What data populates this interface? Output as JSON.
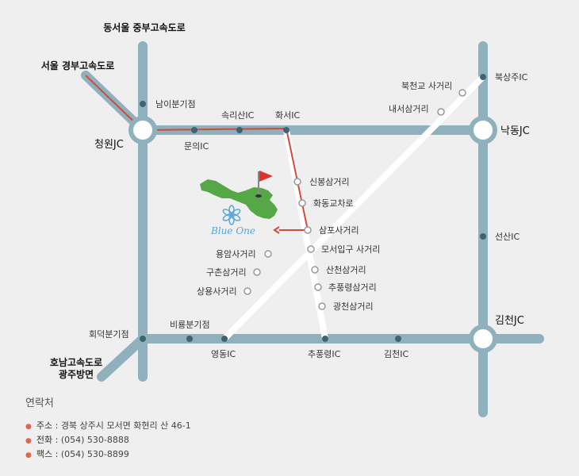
{
  "highways": {
    "north": "동서울 중부고속도로",
    "northwest": "서울 경부고속도로",
    "southwest_line1": "호남고속도로",
    "southwest_line2": "광주방면"
  },
  "junctions": {
    "cheongwon": "청원JC",
    "nakdong": "낙동JC",
    "gimcheon": "김천JC"
  },
  "places": {
    "namiyun": "남이분기점",
    "munui": "문의IC",
    "songnisan": "속리산IC",
    "hwaseo": "화서IC",
    "bukcheongyo": "북천교 사거리",
    "naeseo": "내서삼거리",
    "buksangju": "북상주IC",
    "sinbong": "신봉삼거리",
    "hwadong": "화동교차로",
    "sampo": "삼포사거리",
    "mose": "모서입구 사거리",
    "yongam": "용암사거리",
    "guchon": "구촌삼거리",
    "sangyong": "상용사거리",
    "sancheon": "산천삼거리",
    "chupungryeong_jct": "추풍령삼거리",
    "gwangcheon": "광천삼거리",
    "seonsan": "선산IC",
    "biryong": "비룡분기점",
    "hoedeok": "회덕분기점",
    "yeongdong": "영동IC",
    "chupungryeong_ic": "추풍령IC",
    "gimcheon_ic": "김천IC"
  },
  "logo": {
    "brand": "Blue One"
  },
  "contact": {
    "title": "연락처",
    "rows": [
      {
        "key": "주소 : ",
        "value": "경북 상주시 모서면 화현리 산 46-1"
      },
      {
        "key": "전화 : ",
        "value": "(054) 530-8888"
      },
      {
        "key": "팩스 : ",
        "value": "(054) 530-8899"
      }
    ]
  },
  "colors": {
    "highway": "#8fb0bd",
    "route": "#d24a3c",
    "local_road": "#ffffff",
    "node": "#3d6470",
    "course_green": "#55a845",
    "flag": "#e0332d",
    "logo_blue": "#5aa6d6",
    "bullet": "#e2664b"
  }
}
